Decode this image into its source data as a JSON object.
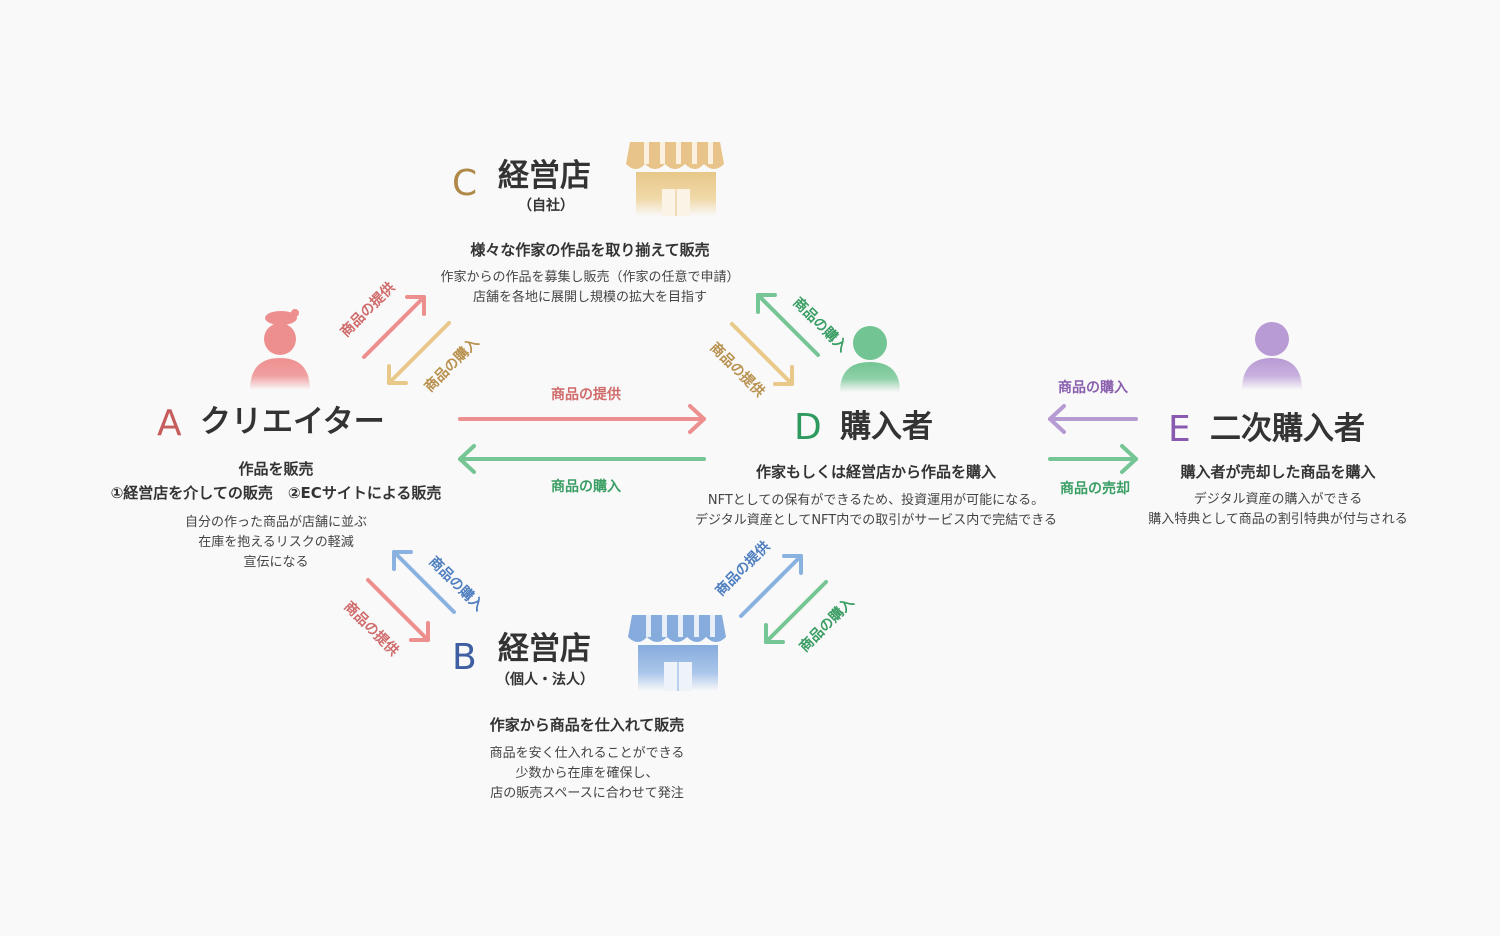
{
  "colors": {
    "red": "#e88a8a",
    "red_text": "#d06b6b",
    "gold": "#e8c98a",
    "gold_text": "#b8914f",
    "green": "#76c595",
    "green_text": "#3a9e64",
    "blue": "#8ab2e0",
    "blue_text": "#4f7fc0",
    "purple": "#b69bd3",
    "purple_text": "#8a5fae",
    "letter_a": "#c65c5c",
    "letter_b": "#3f5fa3",
    "letter_c": "#b08848",
    "letter_d": "#2f9a5e",
    "letter_e": "#8a5ab0"
  },
  "nodes": {
    "a": {
      "letter": "A",
      "name": "クリエイター",
      "lead1": "作品を販売",
      "lead2": "①経営店を介しての販売　②ECサイトによる販売",
      "desc1": "自分の作った商品が店舗に並ぶ",
      "desc2": "在庫を抱えるリスクの軽減",
      "desc3": "宣伝になる",
      "icon": "creator-person-icon"
    },
    "b": {
      "letter": "B",
      "name": "経営店",
      "sub": "（個人・法人）",
      "lead": "作家から商品を仕入れて販売",
      "desc1": "商品を安く仕入れることができる",
      "desc2": "少数から在庫を確保し、",
      "desc3": "店の販売スペースに合わせて発注",
      "icon": "shop-icon"
    },
    "c": {
      "letter": "C",
      "name": "経営店",
      "sub": "（自社）",
      "lead": "様々な作家の作品を取り揃えて販売",
      "desc1": "作家からの作品を募集し販売（作家の任意で申請）",
      "desc2": "店舗を各地に展開し規模の拡大を目指す",
      "icon": "shop-icon"
    },
    "d": {
      "letter": "D",
      "name": "購入者",
      "lead": "作家もしくは経営店から作品を購入",
      "desc1": "NFTとしての保有ができるため、投資運用が可能になる。",
      "desc2": "デジタル資産としてNFT内での取引がサービス内で完結できる",
      "icon": "buyer-person-icon"
    },
    "e": {
      "letter": "E",
      "name": "二次購入者",
      "lead": "購入者が売却した商品を購入",
      "desc1": "デジタル資産の購入ができる",
      "desc2": "購入特典として商品の割引特典が付与される",
      "icon": "secondary-buyer-person-icon"
    }
  },
  "arrows": {
    "a_to_c": "商品の提供",
    "c_to_a": "商品の購入",
    "c_to_d": "商品の提供",
    "d_to_c": "商品の購入",
    "a_to_d": "商品の提供",
    "d_to_a": "商品の購入",
    "a_to_b": "商品の提供",
    "b_to_a": "商品の購入",
    "b_to_d": "商品の提供",
    "d_to_b": "商品の購入",
    "e_to_d": "商品の購入",
    "d_to_e": "商品の売却"
  }
}
